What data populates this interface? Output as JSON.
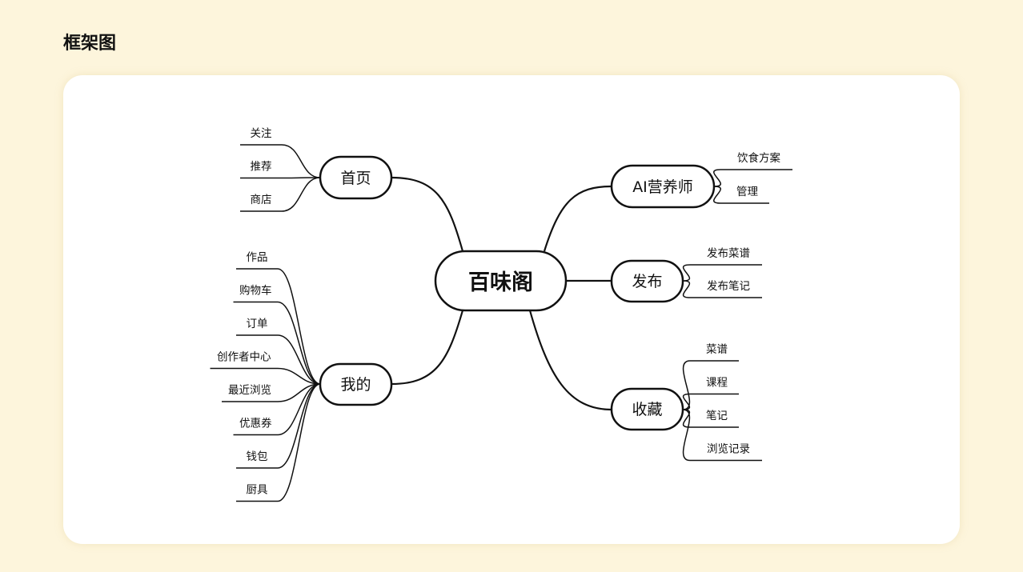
{
  "page": {
    "title": "框架图"
  },
  "mindmap": {
    "root": "百味阁",
    "branches": {
      "home": {
        "label": "首页",
        "children": [
          "关注",
          "推荐",
          "商店"
        ]
      },
      "mine": {
        "label": "我的",
        "children": [
          "作品",
          "购物车",
          "订单",
          "创作者中心",
          "最近浏览",
          "优惠券",
          "钱包",
          "厨具"
        ]
      },
      "ai": {
        "label": "AI营养师",
        "children": [
          "饮食方案",
          "管理"
        ]
      },
      "publish": {
        "label": "发布",
        "children": [
          "发布菜谱",
          "发布笔记"
        ]
      },
      "favorites": {
        "label": "收藏",
        "children": [
          "菜谱",
          "课程",
          "笔记",
          "浏览记录"
        ]
      }
    }
  }
}
